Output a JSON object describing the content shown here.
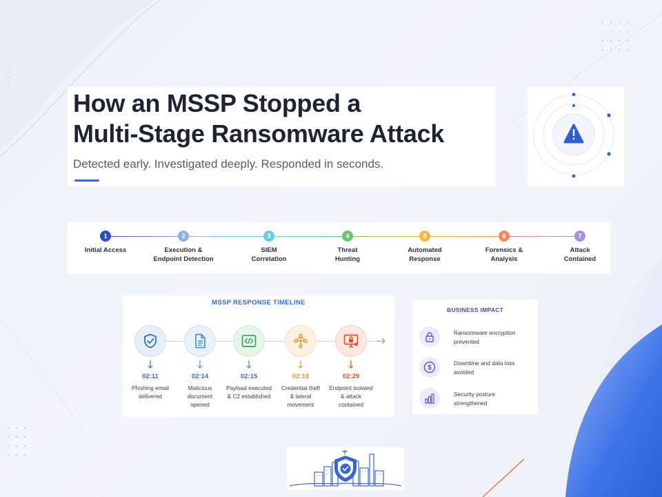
{
  "header": {
    "title_line1": "How an MSSP Stopped a",
    "title_line2": "Multi-Stage Ransomware Attack",
    "subtitle": "Detected early. Investigated deeply. Responded in seconds."
  },
  "colors": {
    "title": "#1e2530",
    "accent": "#3a66e0",
    "timeline_title": "#2f6fd0",
    "impact_title": "#5a3fb0",
    "alert": "#2f5fd6"
  },
  "stages": [
    {
      "num": "1",
      "label": "Initial Access",
      "color": "#2a4fc4"
    },
    {
      "num": "2",
      "label": "Execution &\nEndpoint Detection",
      "color": "#8fb0e8"
    },
    {
      "num": "3",
      "label": "SIEM\nCorrelation",
      "color": "#66cfe0"
    },
    {
      "num": "4",
      "label": "Threat\nHunting",
      "color": "#6cc56c"
    },
    {
      "num": "5",
      "label": "Automated\nResponse",
      "color": "#f3b44a"
    },
    {
      "num": "6",
      "label": "Forensics &\nAnalysis",
      "color": "#f08a5a"
    },
    {
      "num": "7",
      "label": "Attack\nContained",
      "color": "#a890e0"
    }
  ],
  "timeline": {
    "title": "MSSP RESPONSE TIMELINE",
    "events": [
      {
        "time": "02:11",
        "desc": "Phishing email\ndelivered",
        "icon": "shield-check-icon",
        "color": "#2f6fd0",
        "bg": "#e8eef9"
      },
      {
        "time": "02:14",
        "desc": "Malicious\ndocument\nopened",
        "icon": "document-icon",
        "color": "#4f8fd6",
        "bg": "#e8f0f8"
      },
      {
        "time": "02:15",
        "desc": "Payload executed\n& C2 established",
        "icon": "code-icon",
        "color": "#3aa06a",
        "bg": "#e6f5ea"
      },
      {
        "time": "02:18",
        "desc": "Credential theft\n& lateral\nmovement",
        "icon": "network-icon",
        "color": "#e8962a",
        "bg": "#fdf1e0"
      },
      {
        "time": "02:29",
        "desc": "Endpoint isolated\n& attack\ncontained",
        "icon": "locked-monitor-icon",
        "color": "#e0522a",
        "bg": "#fde8e0"
      }
    ]
  },
  "impact": {
    "title": "BUSINESS IMPACT",
    "items": [
      {
        "text": "Ransomware encryption\nprevented",
        "icon": "lock-icon"
      },
      {
        "text": "Downtime and data loss\navoided",
        "icon": "dollar-icon"
      },
      {
        "text": "Security posture\nstrengthened",
        "icon": "bar-chart-icon"
      }
    ]
  }
}
